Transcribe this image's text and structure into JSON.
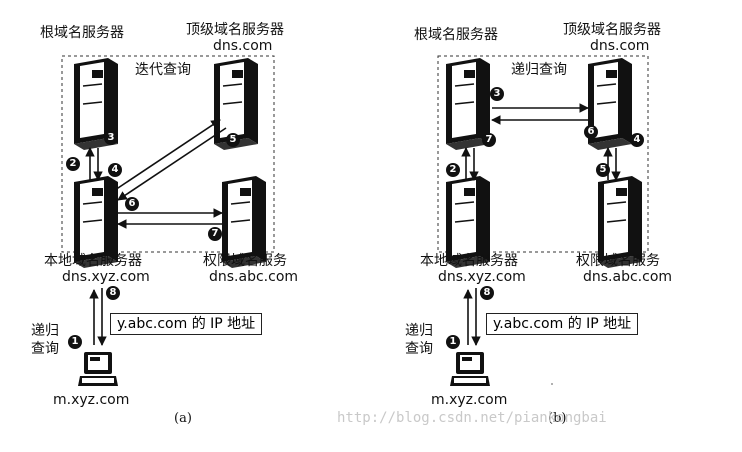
{
  "left": {
    "root_label": "根域名服务器",
    "tld_label": "顶级域名服务器",
    "tld_domain": "dns.com",
    "mode_label": "迭代查询",
    "local_label": "本地域名服务器",
    "local_domain": "dns.xyz.com",
    "auth_label": "权限域名服务",
    "auth_domain": "dns.abc.com",
    "recursive_label_1": "递归",
    "recursive_label_2": "查询",
    "answer_box": "y.abc.com 的 IP 地址",
    "host_label": "m.xyz.com",
    "caption": "(a)",
    "steps": [
      "1",
      "2",
      "3",
      "4",
      "5",
      "6",
      "7",
      "8"
    ]
  },
  "right": {
    "root_label": "根域名服务器",
    "tld_label": "顶级域名服务器",
    "tld_domain": "dns.com",
    "mode_label": "递归查询",
    "local_label": "本地域名服务器",
    "local_domain": "dns.xyz.com",
    "auth_label": "权限域名服务",
    "auth_domain": "dns.abc.com",
    "recursive_label_1": "递归",
    "recursive_label_2": "查询",
    "answer_box": "y.abc.com 的 IP 地址",
    "host_label": "m.xyz.com",
    "caption": "(b)",
    "steps": [
      "1",
      "2",
      "3",
      "4",
      "5",
      "6",
      "7",
      "8"
    ]
  },
  "watermark": "http://blog.csdn.net/piankongbai"
}
